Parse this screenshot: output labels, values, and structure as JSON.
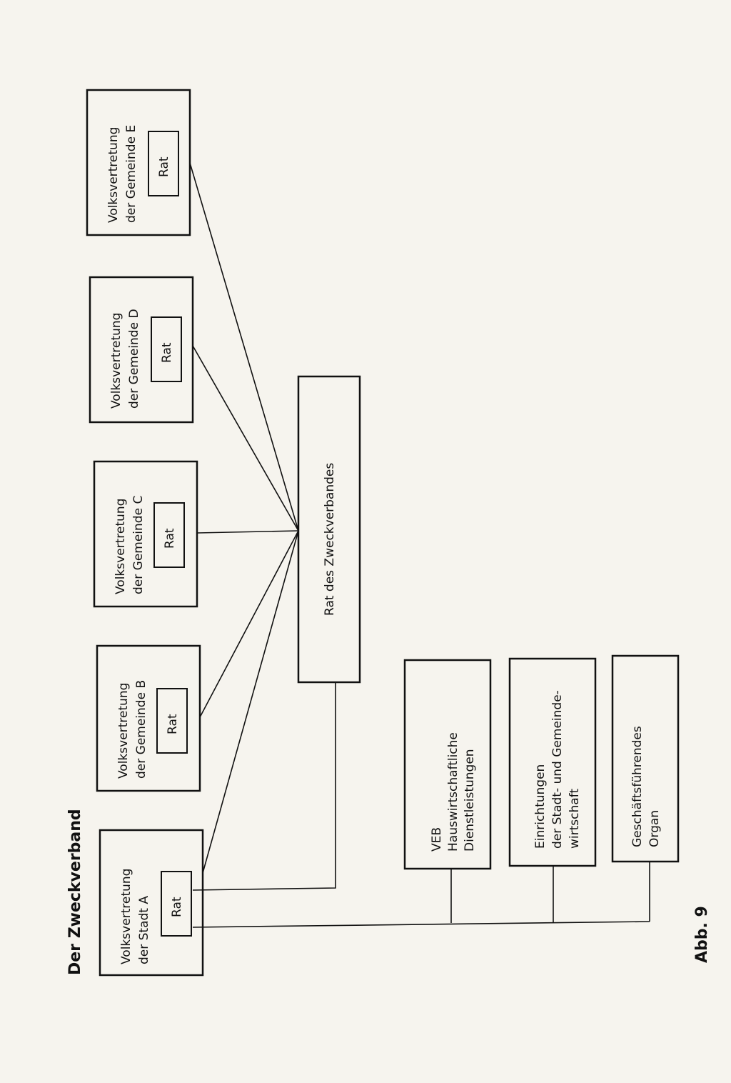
{
  "title": "Der Zweckverband",
  "figure_label": "Abb. 9",
  "councils": [
    {
      "id": "a",
      "line1": "Volksvertretung",
      "line2": "der Stadt A",
      "inner": "Rat"
    },
    {
      "id": "b",
      "line1": "Volksvertretung",
      "line2": "der Gemeinde B",
      "inner": "Rat"
    },
    {
      "id": "c",
      "line1": "Volksvertretung",
      "line2": "der Gemeinde C",
      "inner": "Rat"
    },
    {
      "id": "d",
      "line1": "Volksvertretung",
      "line2": "der Gemeinde D",
      "inner": "Rat"
    },
    {
      "id": "e",
      "line1": "Volksvertretung",
      "line2": "der Gemeinde E",
      "inner": "Rat"
    }
  ],
  "central": {
    "label": "Rat des Zweckverbandes"
  },
  "subordinates": [
    {
      "id": "veb",
      "lines": [
        "VEB",
        "Hauswirtschaftliche",
        "Dienstleistungen"
      ]
    },
    {
      "id": "einrichtungen",
      "lines": [
        "Einrichtungen",
        "der Stadt- und Gemeinde-",
        "wirtschaft"
      ]
    },
    {
      "id": "organ",
      "lines": [
        "Geschäftsführendes",
        "Organ"
      ]
    }
  ]
}
